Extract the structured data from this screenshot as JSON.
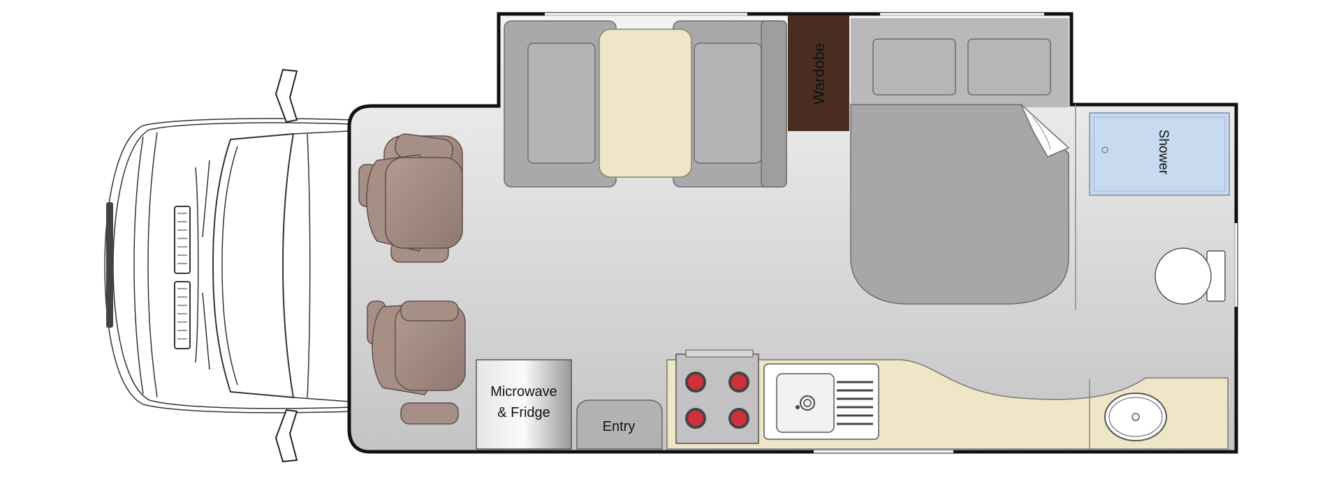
{
  "labels": {
    "wardrobe": "Wardobe",
    "shower": "Shower",
    "appliance_line1": "Microwave",
    "appliance_line2": "& Fridge",
    "entry": "Entry"
  },
  "colors": {
    "body_outline": "#1a1a1a",
    "floor_light": "#f2f2f2",
    "floor_dark": "#c6c6c6",
    "sofa": "#a9a9ab",
    "sofa_dark": "#8e8e90",
    "table": "#efe6c8",
    "wardrobe": "#4a2e22",
    "bed": "#a7a7a9",
    "cab_seat": "#a68f86",
    "cab_seat_dark": "#7a6860",
    "shower_tray": "#c7daf0",
    "counter": "#efe6c8",
    "hob_burner": "#d0303a",
    "cab_line": "#333333"
  }
}
